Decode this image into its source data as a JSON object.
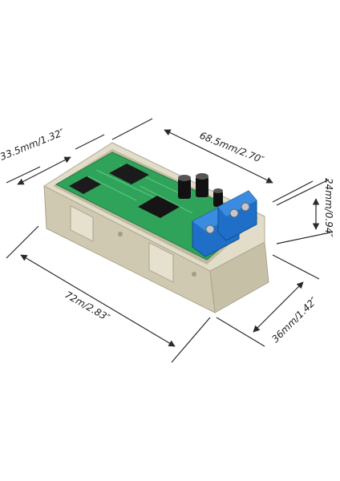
{
  "dimensions": {
    "depth_top": "33.5mm/1.32″",
    "length_top": "68.5mm/2.70″",
    "height": "24mm/0.94″",
    "length_bottom": "72m/2.83″",
    "width_bottom": "36mm/1.42″"
  },
  "colors": {
    "case": "#d8d2bc",
    "pcb": "#2fa35a",
    "terminal_block": "#1f6fc8",
    "dimension_line": "#2a2a2a"
  }
}
